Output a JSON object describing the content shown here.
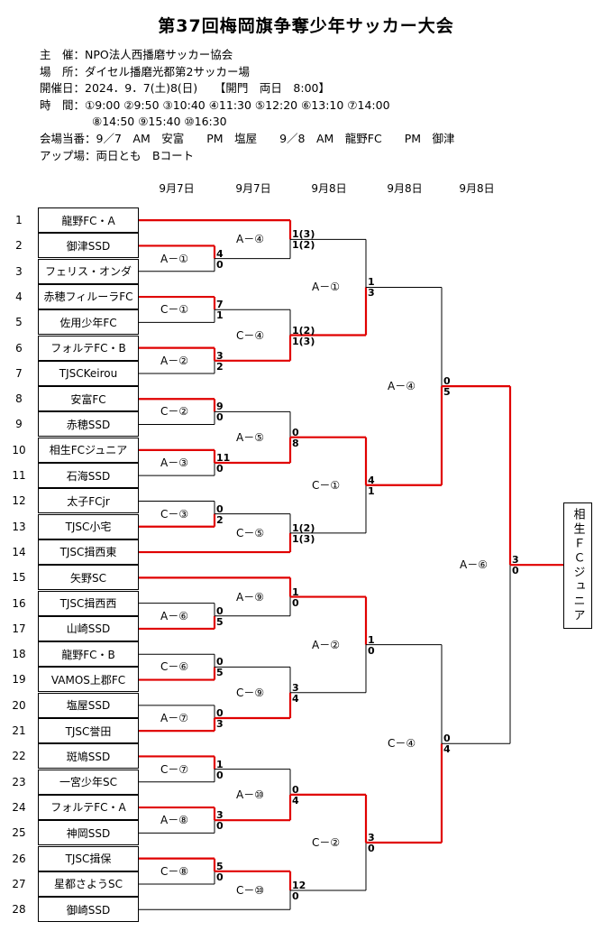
{
  "title": "第37回梅岡旗争奪少年サッカー大会",
  "info": {
    "organizer": "主　催：NPO法人西播磨サッカー協会",
    "venue": "場　所：ダイセル播磨光都第2サッカー場",
    "date": "開催日：2024．9．7(土)8(日)　　【開門　両日　8:00】",
    "times1": "時　間：①9:00 ②9:50 ③10:40 ④11:30 ⑤12:20 ⑥13:10 ⑦14:00",
    "times2": "⑧14:50 ⑨15:40 ⑩16:30",
    "duty": "会場当番：9／7　AM　安富　　PM　塩屋　　9／8　AM　龍野FC　　PM　御津",
    "warmup": "アップ場：両日とも　Bコート"
  },
  "days": [
    "9月7日",
    "9月7日",
    "9月8日",
    "9月8日",
    "9月8日"
  ],
  "teams": [
    {
      "no": "1",
      "name": "龍野FC・A"
    },
    {
      "no": "2",
      "name": "御津SSD"
    },
    {
      "no": "3",
      "name": "フェリス・オンダ"
    },
    {
      "no": "4",
      "name": "赤穂フィルーラFC"
    },
    {
      "no": "5",
      "name": "佐用少年FC"
    },
    {
      "no": "6",
      "name": "フォルテFC・B"
    },
    {
      "no": "7",
      "name": "TJSCKeirou"
    },
    {
      "no": "8",
      "name": "安富FC"
    },
    {
      "no": "9",
      "name": "赤穂SSD"
    },
    {
      "no": "10",
      "name": "相生FCジュニア"
    },
    {
      "no": "11",
      "name": "石海SSD"
    },
    {
      "no": "12",
      "name": "太子FCjr"
    },
    {
      "no": "13",
      "name": "TJSC小宅"
    },
    {
      "no": "14",
      "name": "TJSC揖西東"
    },
    {
      "no": "15",
      "name": "矢野SC"
    },
    {
      "no": "16",
      "name": "TJSC揖西西"
    },
    {
      "no": "17",
      "name": "山崎SSD"
    },
    {
      "no": "18",
      "name": "龍野FC・B"
    },
    {
      "no": "19",
      "name": "VAMOS上郡FC"
    },
    {
      "no": "20",
      "name": "塩屋SSD"
    },
    {
      "no": "21",
      "name": "TJSC誉田"
    },
    {
      "no": "22",
      "name": "斑鳩SSD"
    },
    {
      "no": "23",
      "name": "一宮少年SC"
    },
    {
      "no": "24",
      "name": "フォルテFC・A"
    },
    {
      "no": "25",
      "name": "神岡SSD"
    },
    {
      "no": "26",
      "name": "TJSC揖保"
    },
    {
      "no": "27",
      "name": "星都さようSC"
    },
    {
      "no": "28",
      "name": "御崎SSD"
    }
  ],
  "rounds": {
    "r1": [
      {
        "label": "A－①",
        "s1": "4",
        "s2": "0"
      },
      {
        "label": "C－①",
        "s1": "7",
        "s2": "1"
      },
      {
        "label": "A－②",
        "s1": "3",
        "s2": "2"
      },
      {
        "label": "C－②",
        "s1": "9",
        "s2": "0"
      },
      {
        "label": "A－③",
        "s1": "11",
        "s2": "0"
      },
      {
        "label": "C－③",
        "s1": "0",
        "s2": "2"
      },
      {
        "label": "A－⑥",
        "s1": "0",
        "s2": "5"
      },
      {
        "label": "C－⑥",
        "s1": "0",
        "s2": "5"
      },
      {
        "label": "A－⑦",
        "s1": "0",
        "s2": "3"
      },
      {
        "label": "C－⑦",
        "s1": "1",
        "s2": "0"
      },
      {
        "label": "A－⑧",
        "s1": "3",
        "s2": "0"
      },
      {
        "label": "C－⑧",
        "s1": "5",
        "s2": "0"
      }
    ],
    "r2": [
      {
        "label": "A－④",
        "s1": "1(3)",
        "s2": "1(2)"
      },
      {
        "label": "C－④",
        "s1": "1(2)",
        "s2": "1(3)"
      },
      {
        "label": "A－⑤",
        "s1": "0",
        "s2": "8"
      },
      {
        "label": "C－⑤",
        "s1": "1(2)",
        "s2": "1(3)"
      },
      {
        "label": "A－⑨",
        "s1": "1",
        "s2": "0"
      },
      {
        "label": "C－⑨",
        "s1": "3",
        "s2": "4"
      },
      {
        "label": "A－⑩",
        "s1": "0",
        "s2": "4"
      },
      {
        "label": "C－⑩",
        "s1": "12",
        "s2": "0"
      }
    ],
    "r3": [
      {
        "label": "A－①",
        "s1": "1",
        "s2": "3"
      },
      {
        "label": "C－①",
        "s1": "4",
        "s2": "1"
      },
      {
        "label": "A－②",
        "s1": "1",
        "s2": "0"
      },
      {
        "label": "C－②",
        "s1": "3",
        "s2": "0"
      }
    ],
    "r4": [
      {
        "label": "A－④",
        "s1": "0",
        "s2": "5"
      },
      {
        "label": "C－④",
        "s1": "0",
        "s2": "4"
      }
    ],
    "final": {
      "label": "A－⑥",
      "s1": "3",
      "s2": "0"
    }
  },
  "champion": "相生ＦＣジュニア",
  "colors": {
    "win_line": "#e00000",
    "line": "#000000"
  }
}
